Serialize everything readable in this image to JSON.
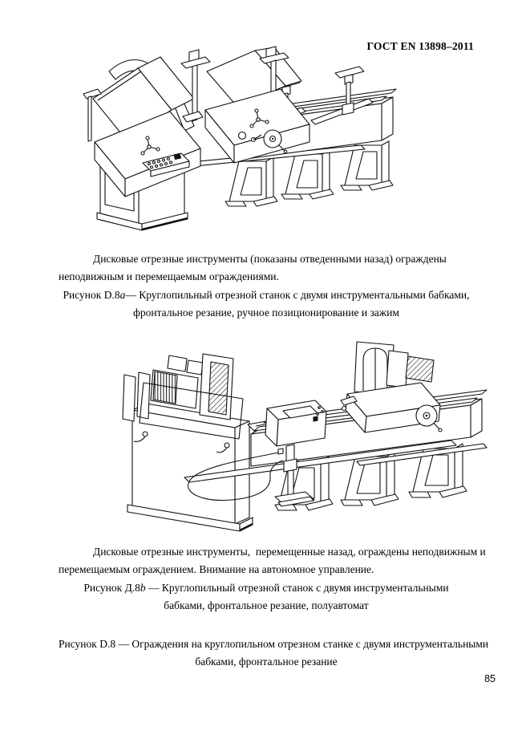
{
  "header": {
    "title": "ГОСТ EN 13898–2011"
  },
  "figure_a": {
    "description_line1": "Дисковые отрезные инструменты (показаны отведенными назад) ограждены",
    "description_line2": "неподвижным и перемещаемым ограждениями.",
    "caption_prefix": "Рисунок D.8",
    "caption_variant": "a",
    "caption_rest": "— Круглопильный отрезной станок с двумя инструментальными бабками,",
    "caption_line2": "фронтальное резание, ручное позиционирование и зажим"
  },
  "figure_b": {
    "description_line1": "Дисковые отрезные инструменты,  перемещенные назад, ограждены неподвижным и",
    "description_line2": "перемещаемым ограждением. Внимание на автономное управление.",
    "caption_prefix": "Рисунок Д.8",
    "caption_variant": "b",
    "caption_rest": " — Круглопильный отрезной станок с двумя инструментальными",
    "caption_line2": "бабками, фронтальное резание, полуавтомат"
  },
  "figure_overall": {
    "caption_line1": "Рисунок D.8 — Ограждения на круглопильном отрезном станке с двумя инструментальными",
    "caption_line2": "бабками, фронтальное резание"
  },
  "footer": {
    "page_number": "85"
  }
}
